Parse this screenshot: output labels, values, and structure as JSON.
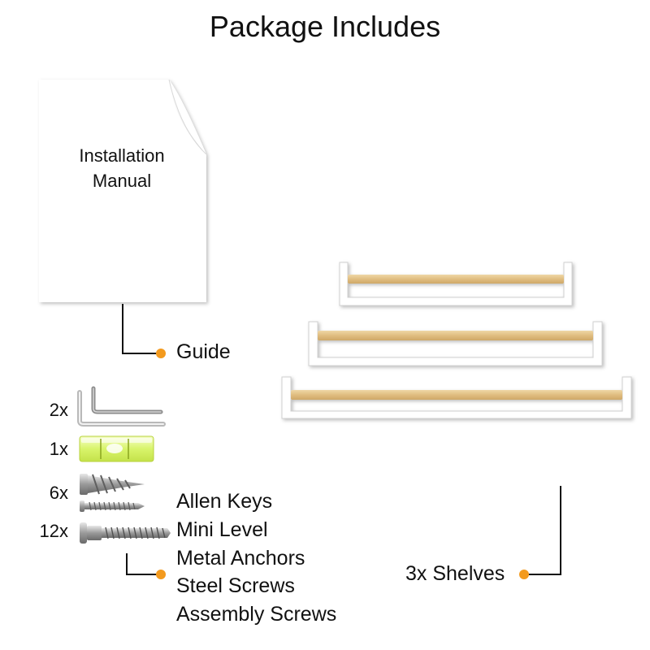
{
  "title": "Package Includes",
  "manual": {
    "line1": "Installation",
    "line2": "Manual"
  },
  "guide_label": "Guide",
  "hardware": {
    "quantities": [
      "2x",
      "1x",
      "6x",
      "12x"
    ],
    "items": [
      "Allen Keys",
      "Mini Level",
      "Metal Anchors",
      "Steel Screws",
      "Assembly Screws"
    ]
  },
  "shelves_label": "3x Shelves",
  "colors": {
    "accent": "#f39a1e",
    "wood": "#e2c28a",
    "line": "#111111"
  }
}
